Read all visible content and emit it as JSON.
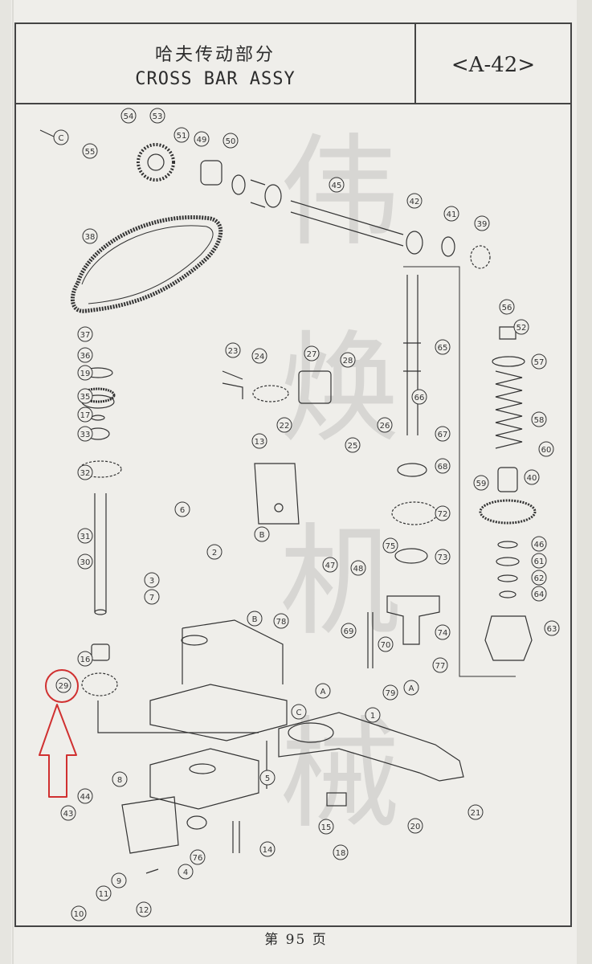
{
  "header": {
    "title_cn": "哈夫传动部分",
    "title_en": "CROSS BAR ASSY",
    "page_code": "<A-42>"
  },
  "watermark": [
    "伟",
    "焕",
    "机",
    "械"
  ],
  "footer": {
    "page_label": "第 95 页"
  },
  "reference_letters": [
    "C",
    "B",
    "A"
  ],
  "part_callouts": [
    "1",
    "2",
    "3",
    "4",
    "5",
    "6",
    "7",
    "8",
    "9",
    "10",
    "11",
    "12",
    "13",
    "14",
    "15",
    "16",
    "17",
    "18",
    "19",
    "20",
    "21",
    "22",
    "23",
    "24",
    "25",
    "26",
    "27",
    "28",
    "29",
    "30",
    "31",
    "32",
    "33",
    "35",
    "36",
    "37",
    "38",
    "39",
    "40",
    "41",
    "42",
    "43",
    "44",
    "45",
    "46",
    "47",
    "48",
    "49",
    "50",
    "51",
    "52",
    "53",
    "54",
    "55",
    "56",
    "57",
    "58",
    "59",
    "60",
    "61",
    "62",
    "63",
    "64",
    "65",
    "66",
    "67",
    "68",
    "69",
    "70",
    "72",
    "73",
    "74",
    "75",
    "76",
    "77",
    "78",
    "79"
  ],
  "highlight": {
    "part": "29",
    "color": "#d03030"
  },
  "colors": {
    "line": "#333333",
    "paper": "#efeeea",
    "highlight": "#d03030"
  }
}
